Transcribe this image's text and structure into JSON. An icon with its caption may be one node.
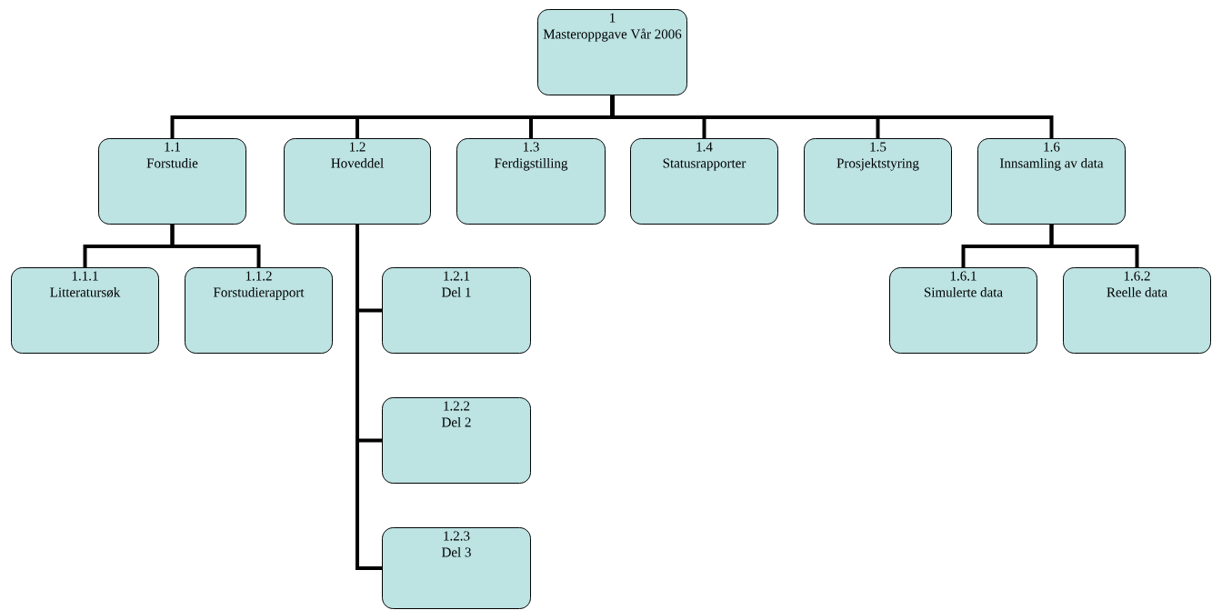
{
  "diagram": {
    "nodes": [
      {
        "text": [
          "1",
          "Masteroppgave Vår 2006"
        ]
      },
      {
        "text": [
          "1.1",
          "Forstudie"
        ]
      },
      {
        "text": [
          "1.2",
          "Hoveddel"
        ]
      },
      {
        "text": [
          "1.3",
          "Ferdigstilling"
        ]
      },
      {
        "text": [
          "1.4",
          "Statusrapporter"
        ]
      },
      {
        "text": [
          "1.5",
          "Prosjektstyring"
        ]
      },
      {
        "text": [
          "1.6",
          "Innsamling av data"
        ]
      },
      {
        "text": [
          "1.1.1",
          "Litteratursøk"
        ]
      },
      {
        "text": [
          "1.1.2",
          "Forstudierapport"
        ]
      },
      {
        "text": [
          "1.2.1",
          "Del 1"
        ]
      },
      {
        "text": [
          "1.2.2",
          "Del 2"
        ]
      },
      {
        "text": [
          "1.2.3",
          "Del 3"
        ]
      },
      {
        "text": [
          "1.6.1",
          "Simulerte data"
        ]
      },
      {
        "text": [
          "1.6.2",
          "Reelle data"
        ]
      }
    ],
    "edges": [
      {
        "from": 0,
        "to": 1,
        "arrow": "none"
      },
      {
        "from": 0,
        "to": 2,
        "arrow": "none"
      },
      {
        "from": 0,
        "to": 3,
        "arrow": "none"
      },
      {
        "from": 0,
        "to": 4,
        "arrow": "none"
      },
      {
        "from": 0,
        "to": 5,
        "arrow": "none"
      },
      {
        "from": 0,
        "to": 6,
        "arrow": "none"
      },
      {
        "from": 1,
        "to": 7,
        "arrow": "none"
      },
      {
        "from": 1,
        "to": 8,
        "arrow": "none"
      },
      {
        "from": 2,
        "to": 9,
        "arrow": "none"
      },
      {
        "from": 2,
        "to": 10,
        "arrow": "none"
      },
      {
        "from": 2,
        "to": 11,
        "arrow": "none"
      },
      {
        "from": 6,
        "to": 12,
        "arrow": "none"
      },
      {
        "from": 6,
        "to": 13,
        "arrow": "none"
      }
    ]
  }
}
